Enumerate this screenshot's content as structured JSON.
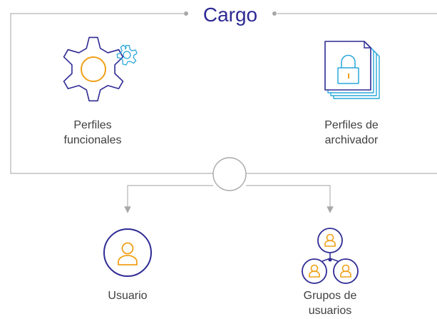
{
  "title": "Cargo",
  "nodes": {
    "functional_profiles": {
      "line1": "Perfiles",
      "line2": "funcionales"
    },
    "filer_profiles": {
      "line1": "Perfiles de",
      "line2": "archivador"
    },
    "user": {
      "label": "Usuario"
    },
    "user_groups": {
      "line1": "Grupos de",
      "line2": "usuarios"
    }
  },
  "colors": {
    "navy": "#2e2a94",
    "orange": "#f0a018",
    "cyan": "#2aa7dc",
    "gray_line": "#b5b5b5",
    "text": "#3f3f3f"
  },
  "icons": [
    "gear-icon",
    "small-gear-icon",
    "locked-documents-icon",
    "user-icon",
    "user-group-icon",
    "junction-circle"
  ]
}
